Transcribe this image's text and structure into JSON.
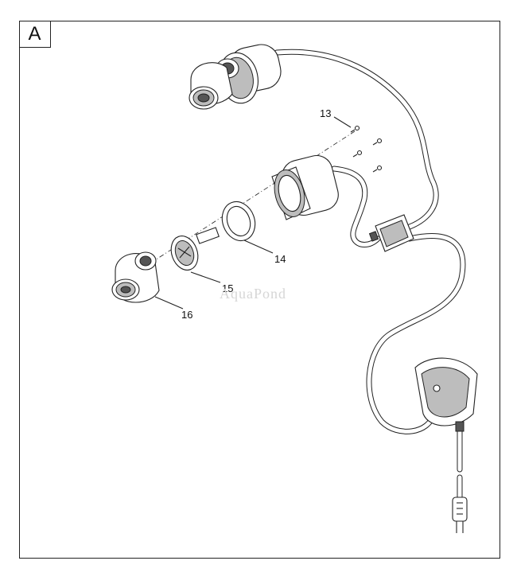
{
  "panel": {
    "label": "A"
  },
  "watermark": {
    "text": "AquaPond"
  },
  "callouts": {
    "c13": "13",
    "c14": "14",
    "c15": "15",
    "c16": "16"
  },
  "colors": {
    "line": "#222222",
    "shade": "#bdbdbd",
    "watermark": "#d6d6d6"
  }
}
